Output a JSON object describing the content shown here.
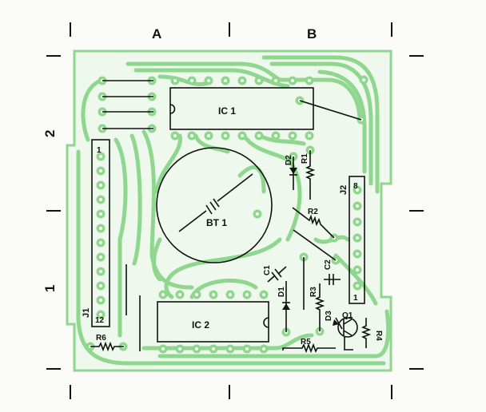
{
  "grid": {
    "columns": [
      "A",
      "B"
    ],
    "rows": [
      "2",
      "1"
    ]
  },
  "components": {
    "ic1": "IC 1",
    "ic2": "IC 2",
    "bt1": "BT 1",
    "j1": "J1",
    "j1_first": "1",
    "j1_last": "12",
    "j2": "J2",
    "j2_first": "8",
    "j2_last": "1",
    "d1": "D1",
    "d2": "D2",
    "d3": "D3",
    "r1": "R1",
    "r2": "R2",
    "r3": "R3",
    "r4": "R4",
    "r5": "R5",
    "r6": "R6",
    "c1": "C1",
    "c2": "C2",
    "q1": "Q1"
  },
  "colors": {
    "board": "#e9f6e6",
    "trace": "#8fd68f",
    "ink": "#111111"
  }
}
